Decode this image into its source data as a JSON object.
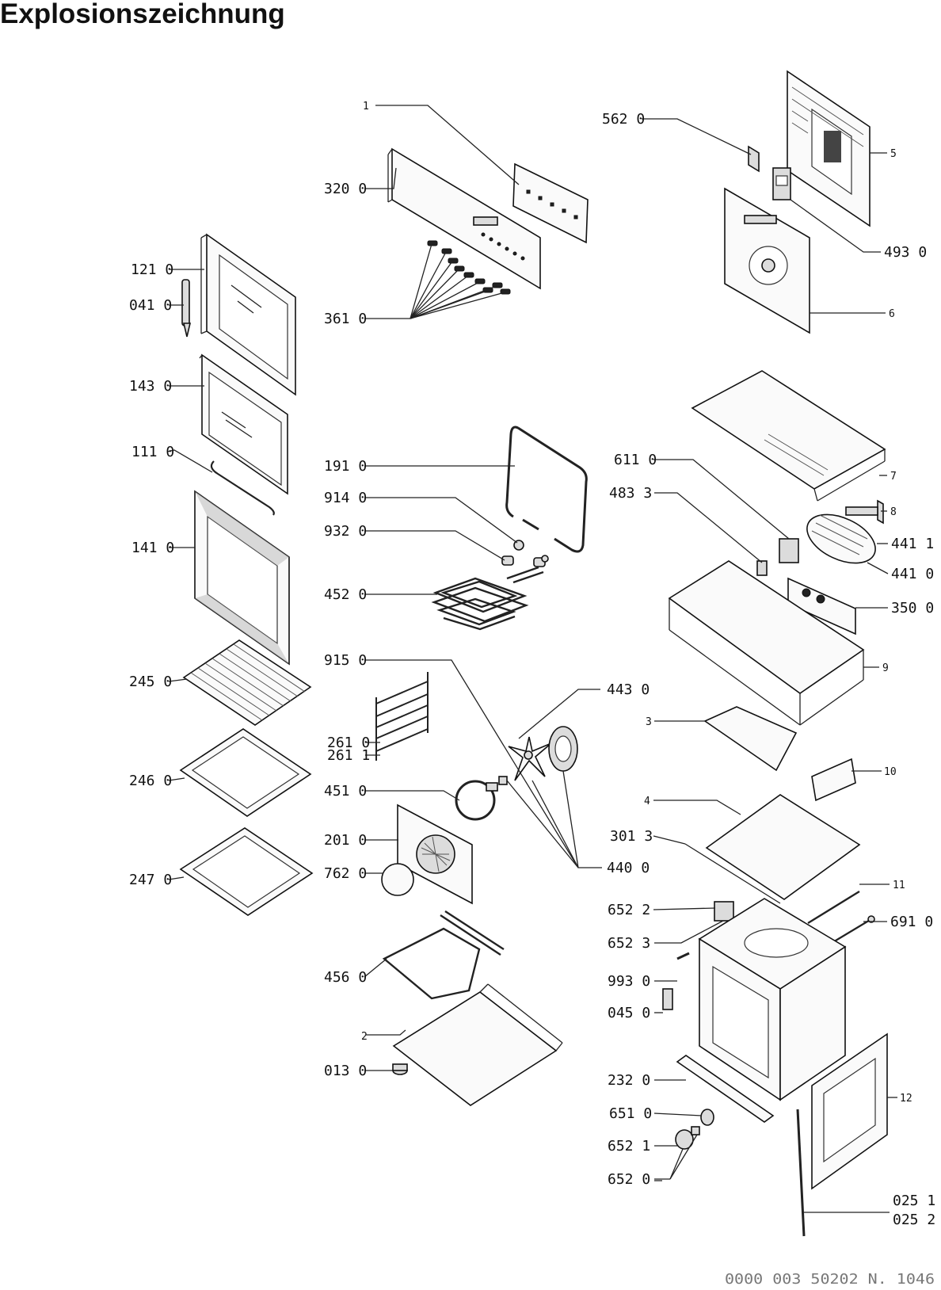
{
  "page_title": "Explosionszeichnung",
  "footer": "0000 003 50202   N. 1046",
  "labels": {
    "p1": "1",
    "p2": "2",
    "p3": "3",
    "p4": "4",
    "p5": "5",
    "p6": "6",
    "p7": "7",
    "p8": "8",
    "p9": "9",
    "p10": "10",
    "p11": "11",
    "p12": "12",
    "l013": "013 0",
    "l025_1": "025 1",
    "l025_2": "025 2",
    "l041": "041 0",
    "l045": "045 0",
    "l111": "111 0",
    "l121": "121 0",
    "l141": "141 0",
    "l143": "143 0",
    "l191": "191 0",
    "l201": "201 0",
    "l232": "232 0",
    "l245": "245 0",
    "l246": "246 0",
    "l247": "247 0",
    "l261_0": "261 0",
    "l261_1": "261 1",
    "l301": "301 3",
    "l320": "320 0",
    "l350": "350 0",
    "l361": "361 0",
    "l440": "440 0",
    "l441_0": "441 0",
    "l441_1": "441 1",
    "l443": "443 0",
    "l451": "451 0",
    "l452": "452 0",
    "l456": "456 0",
    "l483": "483 3",
    "l493": "493 0",
    "l562": "562 0",
    "l611": "611 0",
    "l651": "651 0",
    "l652_0": "652 0",
    "l652_1": "652 1",
    "l652_2": "652 2",
    "l652_3": "652 3",
    "l691": "691 0",
    "l762": "762 0",
    "l914": "914 0",
    "l915": "915 0",
    "l932": "932 0",
    "l993": "993 0"
  }
}
